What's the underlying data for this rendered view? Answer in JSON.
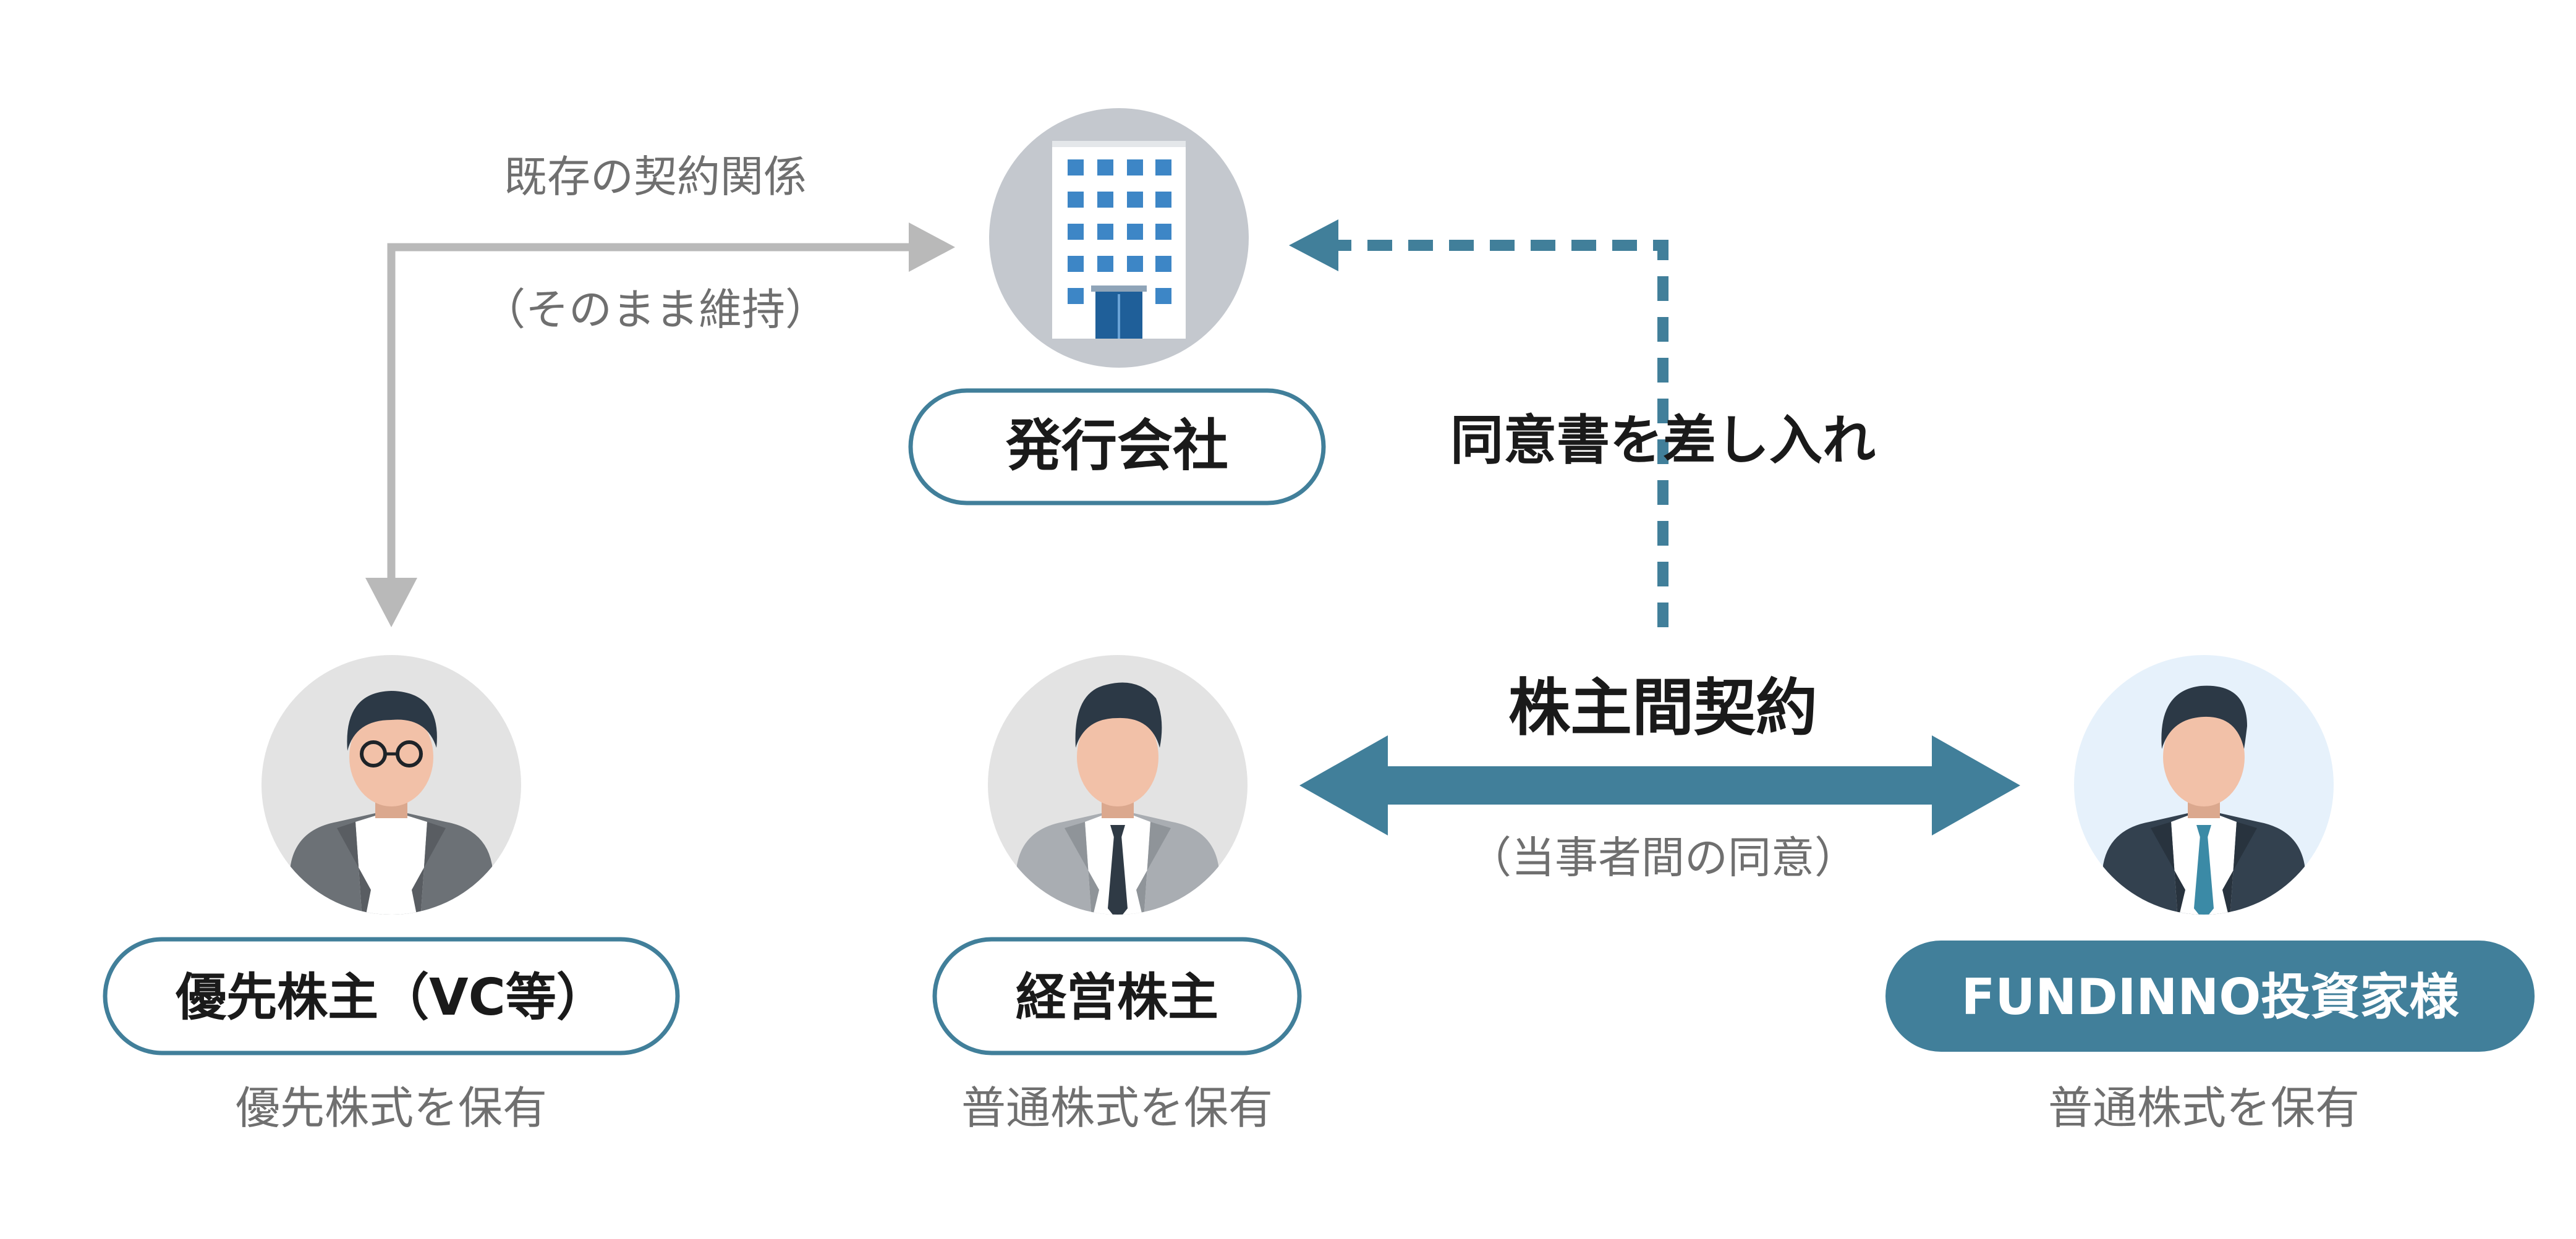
{
  "colors": {
    "teal": "#417f9a",
    "gray_arrow": "#b9b9b9",
    "pill_border": "#417f9a",
    "text_dark": "#1a1a1a",
    "text_gray": "#6f6f6f"
  },
  "existing": {
    "line1": "既存の契約関係",
    "line2": "（そのまま維持）"
  },
  "issuer": {
    "label": "発行会社",
    "icon": "office-building-icon"
  },
  "consent": {
    "label": "同意書を差し入れ"
  },
  "sha": {
    "title": "株主間契約",
    "subtitle": "（当事者間の同意）"
  },
  "nodes": {
    "preferred": {
      "label": "優先株主（VC等）",
      "sub": "優先株式を保有",
      "icon": "person-glasses-icon"
    },
    "management": {
      "label": "経営株主",
      "sub": "普通株式を保有",
      "icon": "businessman-icon"
    },
    "investor": {
      "label": "FUNDINNO投資家様",
      "sub": "普通株式を保有",
      "icon": "investor-icon"
    }
  }
}
